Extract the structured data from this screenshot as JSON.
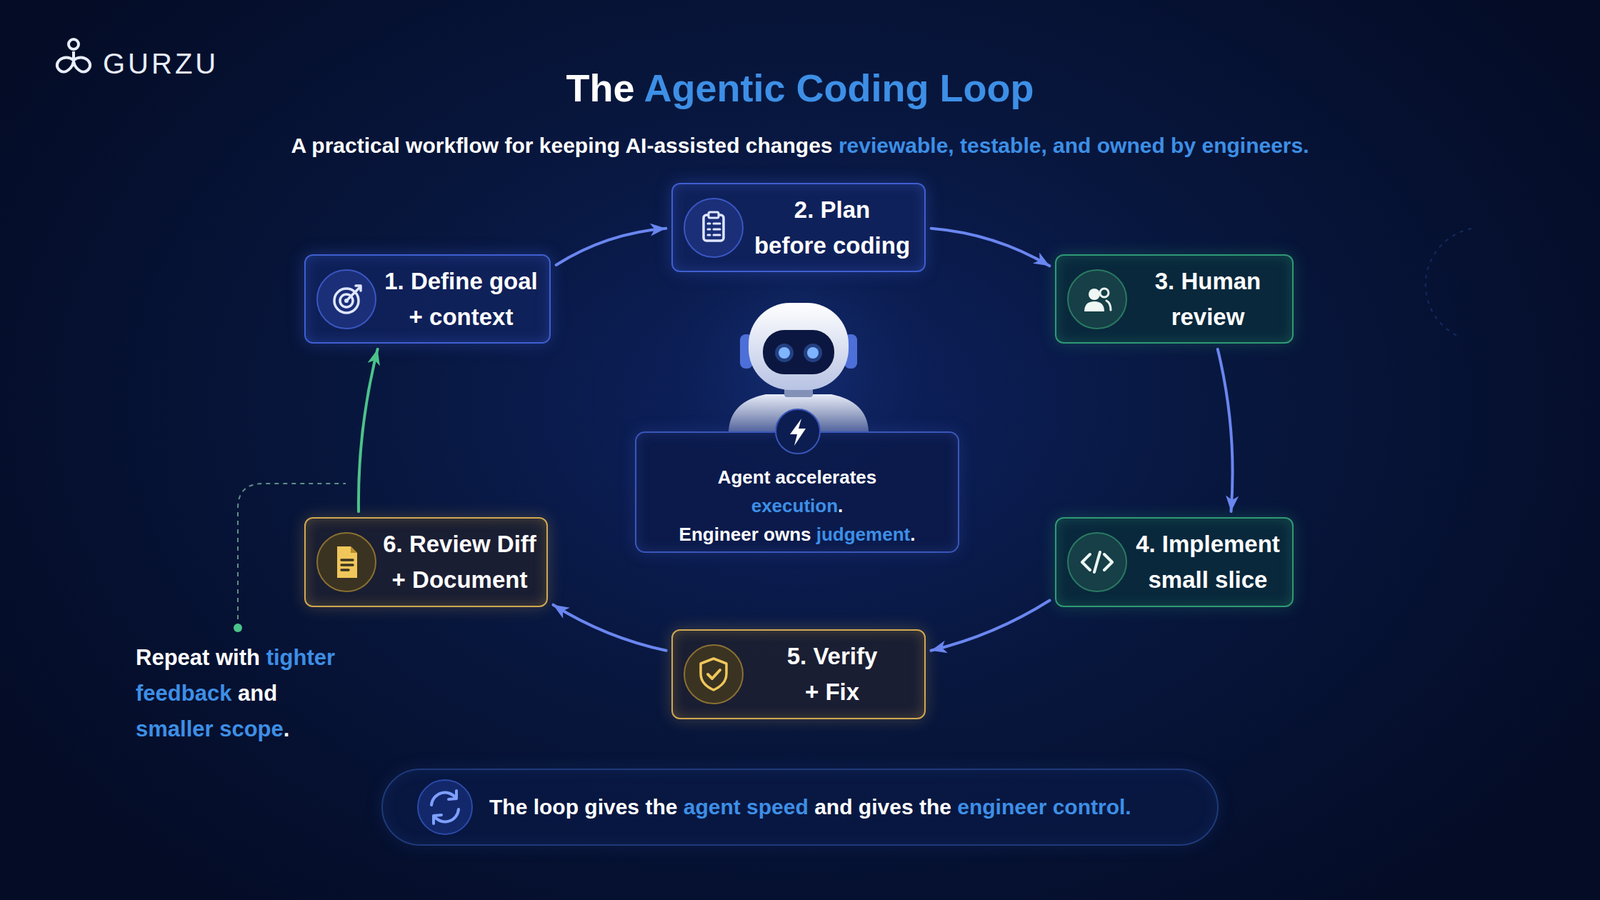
{
  "diagram": {
    "title": "The Agentic Coding Loop",
    "nodes": [
      {
        "text": [
          "1. Define goal + context"
        ]
      },
      {
        "text": [
          "2. Plan before coding"
        ]
      },
      {
        "text": [
          "3. Human review"
        ]
      },
      {
        "text": [
          "4. Implement small slice"
        ]
      },
      {
        "text": [
          "5. Verify + Fix"
        ]
      },
      {
        "text": [
          "6. Review Diff + Document"
        ]
      },
      {
        "text": [
          "Agent accelerates execution.",
          "Engineer owns judgement."
        ]
      },
      {
        "text": [
          "The loop gives the agent speed and gives the engineer control."
        ]
      }
    ],
    "edges": [
      {
        "from": 0,
        "to": 1,
        "arrow": "to"
      },
      {
        "from": 1,
        "to": 2,
        "arrow": "to"
      },
      {
        "from": 2,
        "to": 3,
        "arrow": "to"
      },
      {
        "from": 3,
        "to": 4,
        "arrow": "to"
      },
      {
        "from": 4,
        "to": 5,
        "arrow": "to"
      },
      {
        "from": 5,
        "to": 0,
        "arrow": "to"
      }
    ],
    "labels": [
      "GURZU",
      "A practical workflow for keeping AI-assisted changes reviewable, testable, and owned by engineers.",
      "Repeat with tighter feedback and smaller scope."
    ]
  }
}
